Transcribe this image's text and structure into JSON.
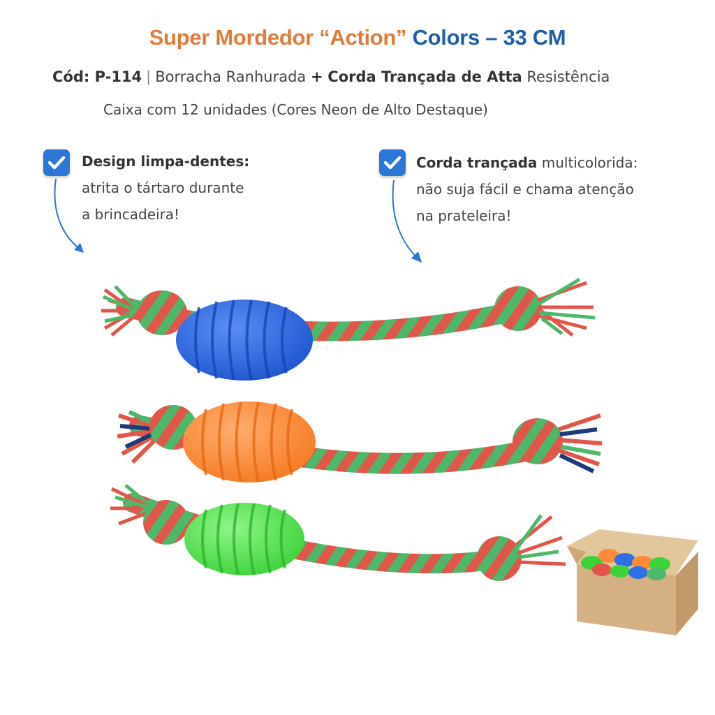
{
  "title": {
    "part1": "Super Mordedor “Action”",
    "part2": "Colors – 33 CM"
  },
  "info": {
    "code_label": "Cód: P-114",
    "separator": "|",
    "material": "Borracha Ranhurada",
    "plus": "+",
    "rope": "Corda Trançada de Atta",
    "resistance": "Resistência",
    "box_line": "Caixa com 12 unidades (Cores Neon de Alto Destaque)"
  },
  "features": [
    {
      "heading": "Design limpa-dentes:",
      "line1": "atrita o tártaro durante",
      "line2": "a brincadeira!"
    },
    {
      "heading": "Corda trançada",
      "heading_rest": "multicolorida:",
      "line1": "não suja fácil e chama atenção",
      "line2": "na prateleira!"
    }
  ],
  "colors": {
    "title_orange": "#e27a3a",
    "title_blue": "#1f5fa8",
    "check_blue": "#2c77d6",
    "toy_blue": "#2f6fe6",
    "toy_orange": "#ff8a3a",
    "toy_green": "#5ee85a",
    "rope_red": "#e0574a",
    "rope_green": "#4db86a",
    "box_kraft": "#d9b98c"
  },
  "icons": [
    "check-icon",
    "curved-arrow-icon"
  ]
}
